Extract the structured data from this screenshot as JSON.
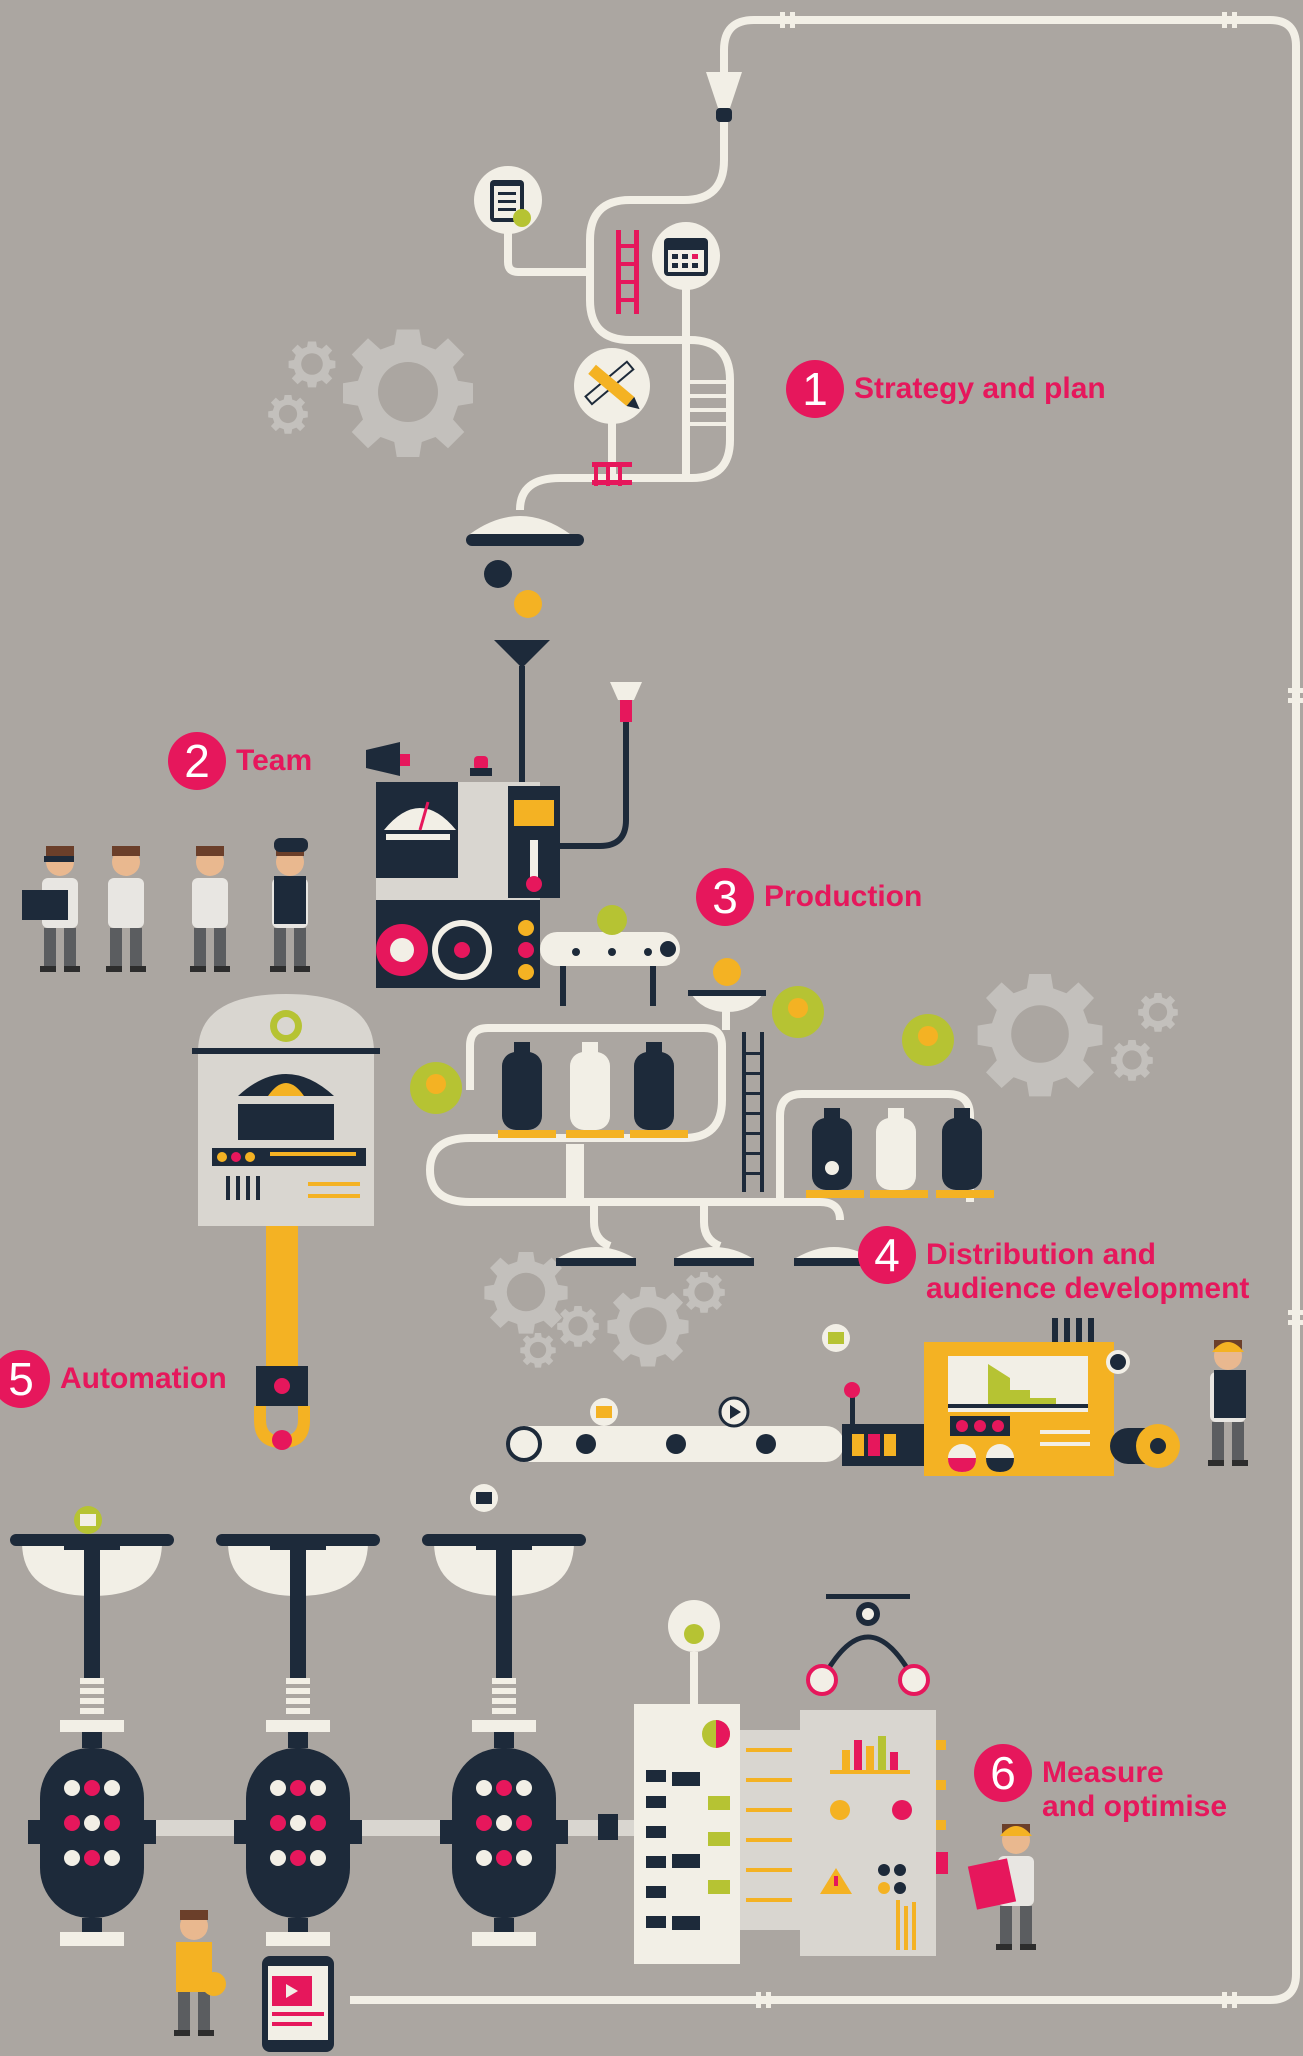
{
  "steps": [
    {
      "number": "1",
      "label": "Strategy and plan"
    },
    {
      "number": "2",
      "label": "Team"
    },
    {
      "number": "3",
      "label": "Production"
    },
    {
      "number": "4",
      "label": "Distribution and\naudience development"
    },
    {
      "number": "5",
      "label": "Automation"
    },
    {
      "number": "6",
      "label": "Measure\nand optimise"
    }
  ],
  "colors": {
    "background": "#aba6a1",
    "accent_pink": "#e6175c",
    "accent_yellow": "#f4b223",
    "accent_lime": "#b6c333",
    "navy": "#1d2a3a",
    "pipe_cream": "#f2efe6",
    "gear_grey": "#c3c0bc"
  },
  "icons": [
    "clipboard-icon",
    "calendar-icon",
    "ruler-pencil-icon",
    "gear-icon",
    "lightbulb-icon",
    "video-icon",
    "image-icon",
    "document-icon",
    "warning-icon",
    "tablet-icon",
    "drone-icon",
    "megaphone-icon"
  ]
}
